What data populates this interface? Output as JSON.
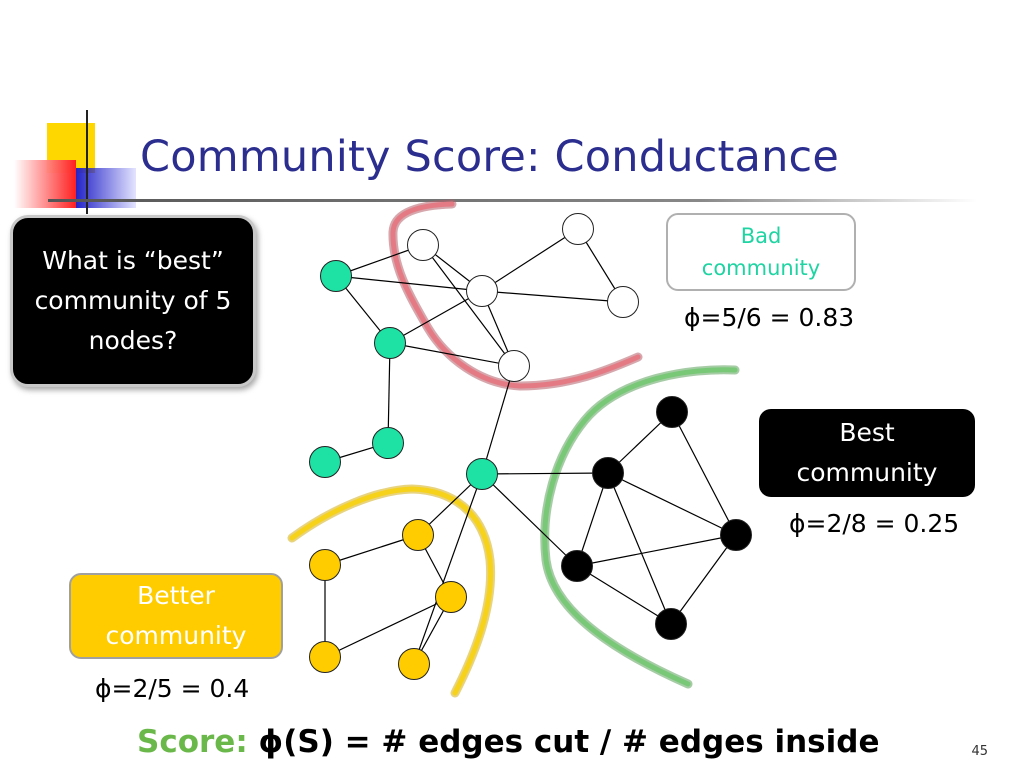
{
  "slide": {
    "title": "Community Score: Conductance",
    "question": "What is “best” community of 5 nodes?",
    "bad_label": "Bad community",
    "bad_phi": "ϕ=5/6 = 0.83",
    "best_label": "Best community",
    "best_phi": "ϕ=2/8 = 0.25",
    "better_label": "Better community",
    "better_phi": "ϕ=2/5 = 0.4",
    "score_label": "Score:",
    "score_formula": "ϕ(S) = # edges cut / # edges inside",
    "page_number": "45"
  },
  "colors": {
    "title": "#2b2d8f",
    "teal_node": "#1de2a4",
    "yellow_node": "#ffcc00",
    "black_node": "#000000",
    "white_node": "#ffffff",
    "bad_curve": "#e0707a",
    "best_curve": "#6cbf6c",
    "better_curve": "#f5c90a",
    "score_label": "#6bb84a"
  },
  "graph": {
    "nodes": [
      {
        "id": "t1",
        "group": "teal"
      },
      {
        "id": "t2",
        "group": "teal"
      },
      {
        "id": "t3",
        "group": "teal"
      },
      {
        "id": "t4",
        "group": "teal"
      },
      {
        "id": "t5",
        "group": "teal"
      },
      {
        "id": "w1",
        "group": "white"
      },
      {
        "id": "w2",
        "group": "white"
      },
      {
        "id": "w3",
        "group": "white"
      },
      {
        "id": "w4",
        "group": "white"
      },
      {
        "id": "w5",
        "group": "white"
      },
      {
        "id": "b1",
        "group": "black"
      },
      {
        "id": "b2",
        "group": "black"
      },
      {
        "id": "b3",
        "group": "black"
      },
      {
        "id": "b4",
        "group": "black"
      },
      {
        "id": "b5",
        "group": "black"
      },
      {
        "id": "y1",
        "group": "yellow"
      },
      {
        "id": "y2",
        "group": "yellow"
      },
      {
        "id": "y3",
        "group": "yellow"
      },
      {
        "id": "y4",
        "group": "yellow"
      },
      {
        "id": "y5",
        "group": "yellow"
      }
    ],
    "edges": [
      [
        "t1",
        "w1"
      ],
      [
        "t1",
        "w2"
      ],
      [
        "t1",
        "t2"
      ],
      [
        "w1",
        "w2"
      ],
      [
        "w1",
        "w5"
      ],
      [
        "w2",
        "w3"
      ],
      [
        "w2",
        "w4"
      ],
      [
        "w2",
        "t2"
      ],
      [
        "w2",
        "w5"
      ],
      [
        "w3",
        "w4"
      ],
      [
        "t2",
        "w5"
      ],
      [
        "t2",
        "t4"
      ],
      [
        "w5",
        "t5"
      ],
      [
        "t3",
        "t4"
      ],
      [
        "t5",
        "b1"
      ],
      [
        "t5",
        "b5"
      ],
      [
        "t5",
        "y1"
      ],
      [
        "t5",
        "y4"
      ],
      [
        "b1",
        "b2"
      ],
      [
        "b1",
        "b5"
      ],
      [
        "b1",
        "b3"
      ],
      [
        "b1",
        "b4"
      ],
      [
        "b2",
        "b3"
      ],
      [
        "b5",
        "b3"
      ],
      [
        "b5",
        "b4"
      ],
      [
        "b4",
        "b3"
      ],
      [
        "y1",
        "y2"
      ],
      [
        "y1",
        "y3"
      ],
      [
        "y2",
        "y5"
      ],
      [
        "y5",
        "y3"
      ],
      [
        "y3",
        "y4"
      ]
    ]
  }
}
